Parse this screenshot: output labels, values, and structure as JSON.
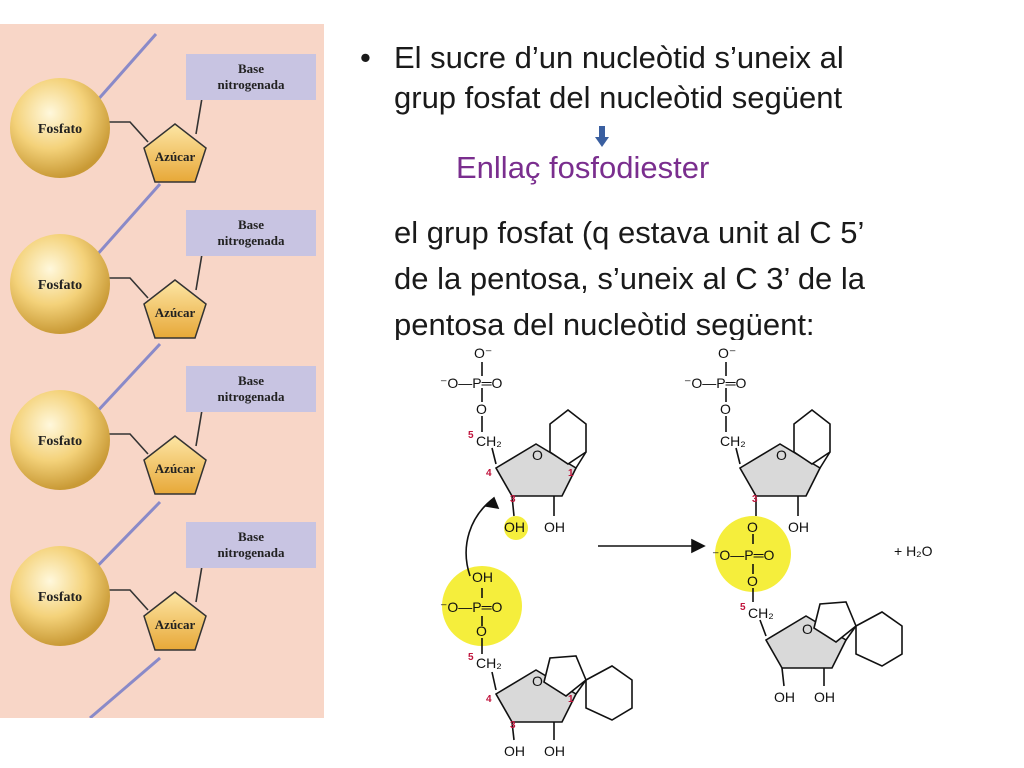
{
  "figure": {
    "phosphate_label": "Fosfato",
    "sugar_label": "Azúcar",
    "base_label_line1": "Base",
    "base_label_line2": "nitrogenada"
  },
  "text": {
    "bullet": "•",
    "bullet_line1": "El sucre d’un nucleòtid s’uneix al",
    "bullet_line2": "grup fosfat del nucleòtid següent",
    "linkage": "Enllaç fosfodiester",
    "explain_line1": "el grup fosfat (q estava unit al C 5’",
    "explain_line2": "de la pentosa, s’uneix al C 3’ de la",
    "explain_line3": "pentosa del nucleòtid següent:"
  },
  "chem": {
    "o_minus": "O⁻",
    "o_p_o_left": "⁻O—P═O",
    "o_single": "O",
    "ch2": "CH₂",
    "c5": "5",
    "c4": "4",
    "c3": "3",
    "c1": "1",
    "ring_o": "O",
    "oh": "OH",
    "plus_water": "+ H₂O"
  },
  "colors": {
    "panel_bg": "#f8d6c7",
    "phosphate_fill": "#f4d27a",
    "base_box_fill": "#c8c4e2",
    "sugar_fill": "#f6c867",
    "linkage_text": "#7a2e8e",
    "highlight_yellow": "#f5ee3c",
    "arrow_blue": "#3a5fa0"
  }
}
